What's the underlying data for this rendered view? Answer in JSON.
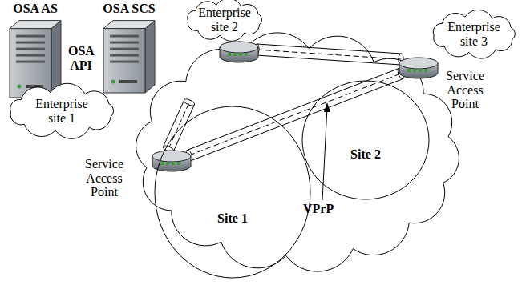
{
  "diagram": {
    "nodes": [
      {
        "text": [
          "OSA AS"
        ]
      },
      {
        "text": [
          "OSA SCS"
        ]
      },
      {
        "text": [
          "Enterprise site 2"
        ]
      },
      {
        "text": [
          "Enterprise site 3"
        ]
      },
      {
        "text": [
          "Enterprise site 1"
        ]
      },
      {
        "text": [
          "Site 1"
        ]
      },
      {
        "text": [
          "Site 2"
        ]
      }
    ],
    "edges": [
      {
        "from": 0,
        "to": 1,
        "arrow": "none",
        "label": "OSA API"
      }
    ],
    "labels": [
      "Service Access Point",
      "Service Access Point",
      "VPrP"
    ]
  }
}
